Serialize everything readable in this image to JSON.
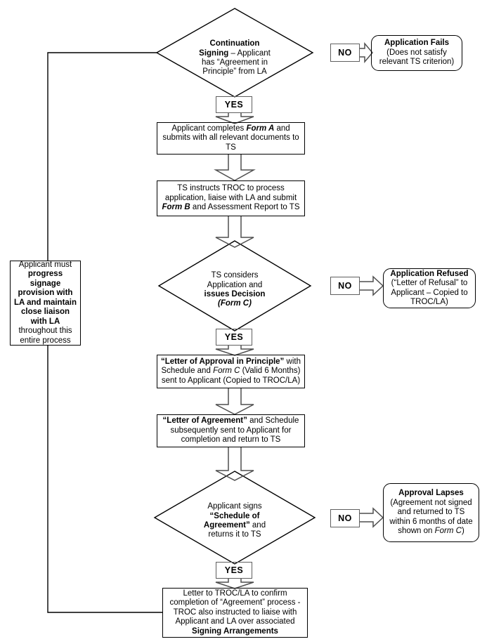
{
  "colors": {
    "ink": "#000000",
    "muted_border": "#5f5f5f",
    "background": "#ffffff"
  },
  "labels": {
    "yes": "YES",
    "no": "NO"
  },
  "nodes": {
    "start": {
      "title": "Continuation Signing",
      "rest": " – Applicant has “Agreement in Principle” from LA"
    },
    "fail": {
      "title": "Application Fails",
      "rest": "(Does not satisfy relevant TS criterion)"
    },
    "form_a": {
      "pre": "Applicant completes ",
      "form": "Form A",
      "post": " and submits with all relevant documents to TS"
    },
    "troc": {
      "pre": "TS instructs TROC to process application, liaise with LA and submit ",
      "form": "Form B",
      "post": " and Assessment Report to TS"
    },
    "decision": {
      "pre": "TS considers Application and ",
      "bold": "issues Decision",
      "form": "(Form C)"
    },
    "refused": {
      "title": "Application Refused",
      "rest": "(“Letter of Refusal” to Applicant – Copied to TROC/LA)"
    },
    "approval": {
      "title": "“Letter of Approval in Principle”",
      "mid": " with Schedule and ",
      "form": "Form C",
      "post": " (Valid 6 Months) sent to Applicant (Copied to TROC/LA)"
    },
    "agreement": {
      "title": "“Letter of Agreement”",
      "rest": " and Schedule subsequently sent to Applicant for completion and return to TS"
    },
    "signs": {
      "pre": "Applicant signs ",
      "bold": "“Schedule of Agreement”",
      "post": " and returns it to TS"
    },
    "lapses": {
      "title": "Approval Lapses",
      "pre": "(Agreement not signed and returned to TS within 6 months of date shown on ",
      "form": "Form C",
      "post": ")"
    },
    "final": {
      "pre": "Letter to TROC/LA to confirm completion of “Agreement” process - TROC also instructed to liaise with Applicant and LA over associated ",
      "bold": "Signing Arrangements"
    },
    "note": {
      "pre": "Applicant must ",
      "bold": "progress signage provision with LA and maintain close liaison with LA",
      "post": " throughout this entire process"
    }
  }
}
